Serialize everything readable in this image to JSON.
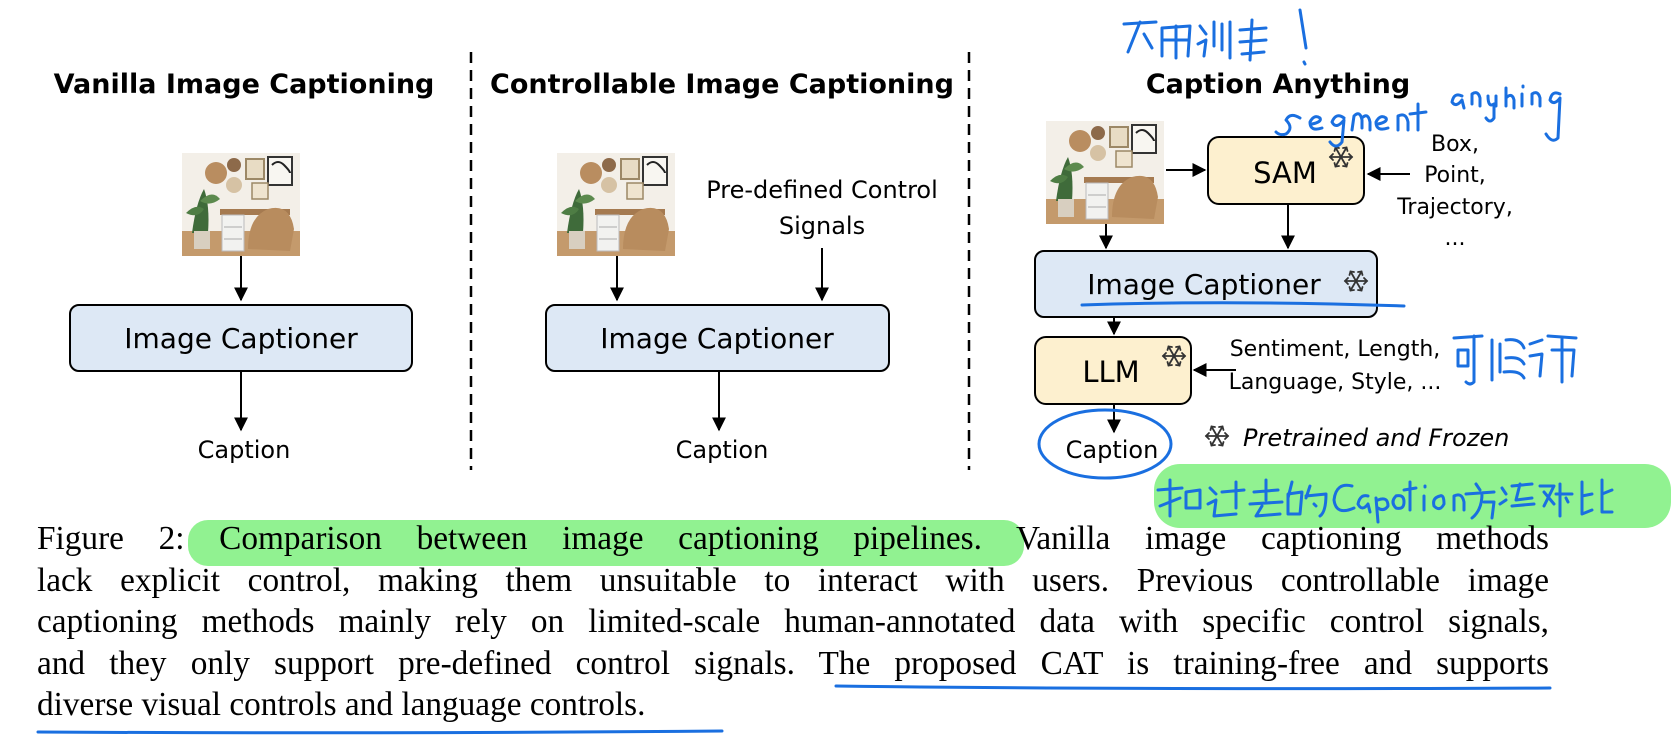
{
  "figure": {
    "panels": [
      {
        "title": "Vanilla Image Captioning",
        "captioner": "Image Captioner",
        "output": "Caption"
      },
      {
        "title": "Controllable Image Captioning",
        "control_line1": "Pre-defined Control",
        "control_line2": "Signals",
        "captioner": "Image Captioner",
        "output": "Caption"
      },
      {
        "title": "Caption Anything",
        "sam": "SAM",
        "visual_controls": [
          "Box,",
          "Point,",
          "Trajectory,",
          "..."
        ],
        "captioner": "Image Captioner",
        "llm": "LLM",
        "language_controls_line1": "Sentiment, Length,",
        "language_controls_line2": "Language, Style, ...",
        "output": "Caption",
        "legend": "Pretrained and Frozen"
      }
    ]
  },
  "caption": {
    "lines": [
      "Figure 2: Comparison between image captioning pipelines. Vanilla image captioning methods",
      "lack explicit control, making them unsuitable to interact with users. Previous controllable image",
      "captioning methods mainly rely on limited-scale human-annotated data with specific control signals,",
      "and they only support pre-defined control signals. The proposed CAT is training-free and supports",
      "diverse visual controls and language controls."
    ]
  },
  "annotations": {
    "handwritten": [
      "不用训练!",
      "segment anything",
      "可修饰",
      "和过去的Caption方法对比"
    ],
    "highlight_color": "#7ef07e",
    "ink_color": "#1a6fe0"
  },
  "colors": {
    "captioner_fill": "#dde8f5",
    "module_fill": "#fdf0cf"
  }
}
